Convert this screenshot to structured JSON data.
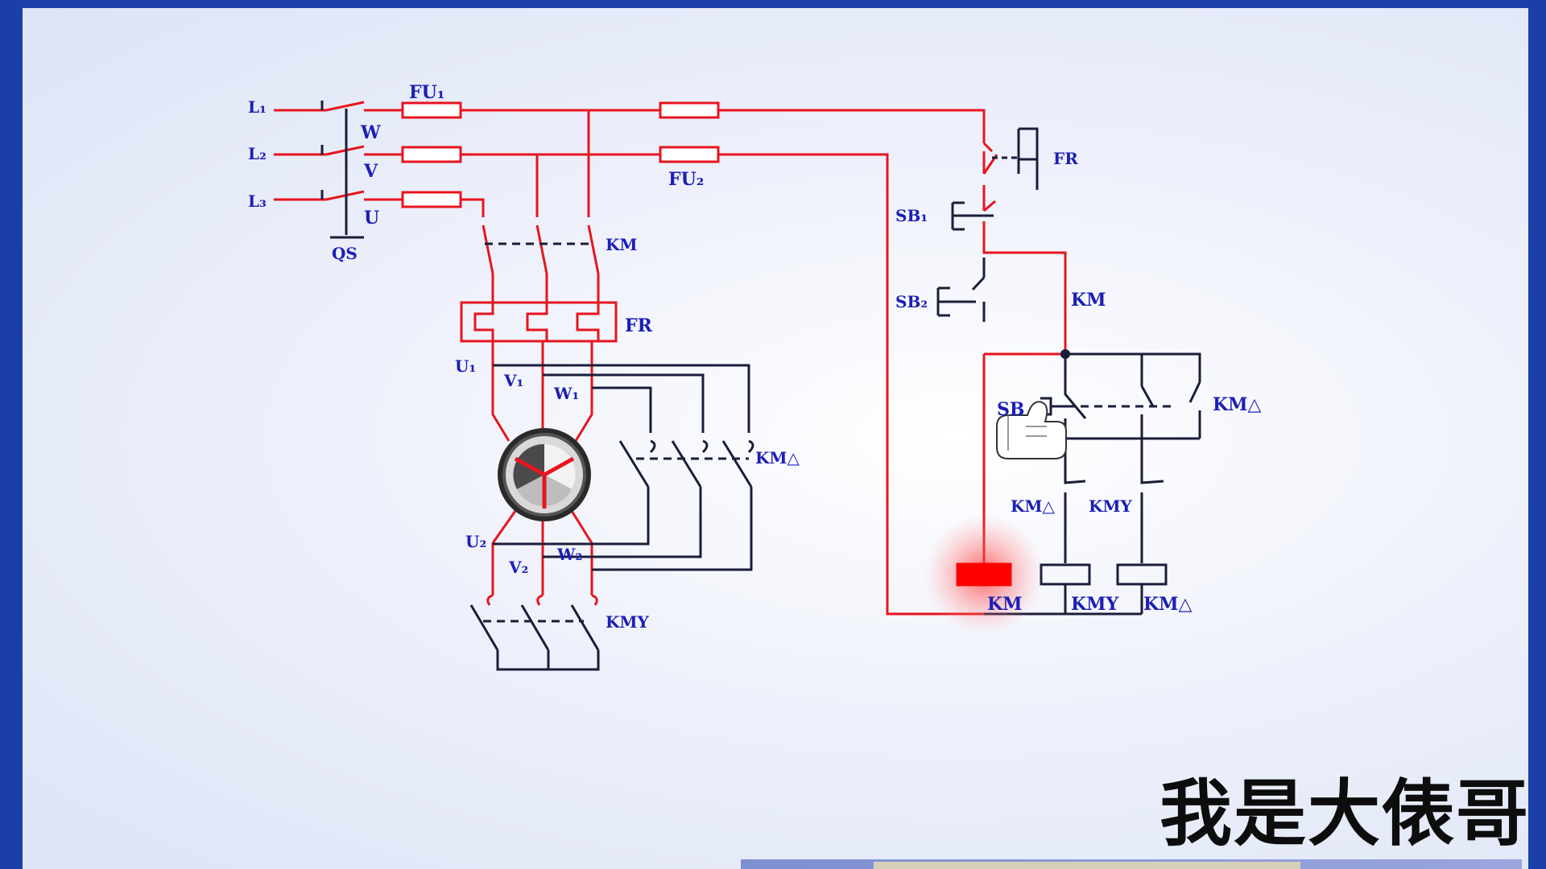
{
  "diagram": {
    "labels": {
      "L1": "L₁",
      "L2": "L₂",
      "L3": "L₃",
      "W": "W",
      "V": "V",
      "U": "U",
      "QS": "QS",
      "FU1": "FU₁",
      "FU2": "FU₂",
      "KM_main": "KM",
      "FR_main": "FR",
      "U1": "U₁",
      "V1": "V₁",
      "W1": "W₁",
      "U2": "U₂",
      "V2": "V₂",
      "W2": "W₂",
      "KM_delta_main": "KM△",
      "KM_y_main": "KMY",
      "FR_ctrl": "FR",
      "SB1": "SB₁",
      "SB2": "SB₂",
      "KM_hold": "KM",
      "SB3": "SB",
      "KM_delta_ctrl": "KM△",
      "KM_delta_interlock": "KM△",
      "KM_y_interlock": "KMY",
      "coil_KM": "KM",
      "coil_KMY": "KMY",
      "coil_KMdelta": "KM△"
    },
    "colors": {
      "energized": "#e8141e",
      "deenergized": "#1b1d3a",
      "label": "#1c1fb4",
      "active_coil": "#ff0000"
    },
    "active_coil": "KM"
  },
  "watermark": {
    "text": "我是大俵哥"
  }
}
